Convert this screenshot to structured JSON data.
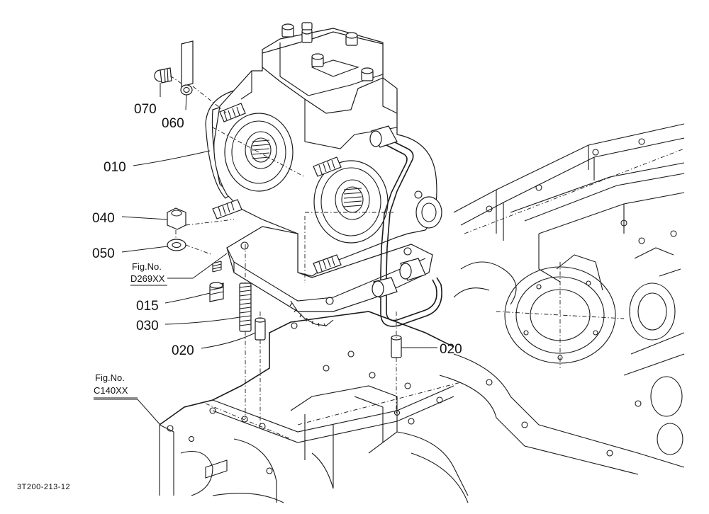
{
  "parts": [
    {
      "id": "p070",
      "label": "070"
    },
    {
      "id": "p060",
      "label": "060"
    },
    {
      "id": "p010",
      "label": "010"
    },
    {
      "id": "p040",
      "label": "040"
    },
    {
      "id": "p050",
      "label": "050"
    },
    {
      "id": "p015",
      "label": "015"
    },
    {
      "id": "p030",
      "label": "030"
    },
    {
      "id": "p020a",
      "label": "020"
    },
    {
      "id": "p020b",
      "label": "020"
    }
  ],
  "references": [
    {
      "id": "ref1",
      "prefix": "Fig.No.",
      "code": "D269XX"
    },
    {
      "id": "ref2",
      "prefix": "Fig.No.",
      "code": "C140XX"
    }
  ],
  "diagram_code": "3T200-213-12"
}
